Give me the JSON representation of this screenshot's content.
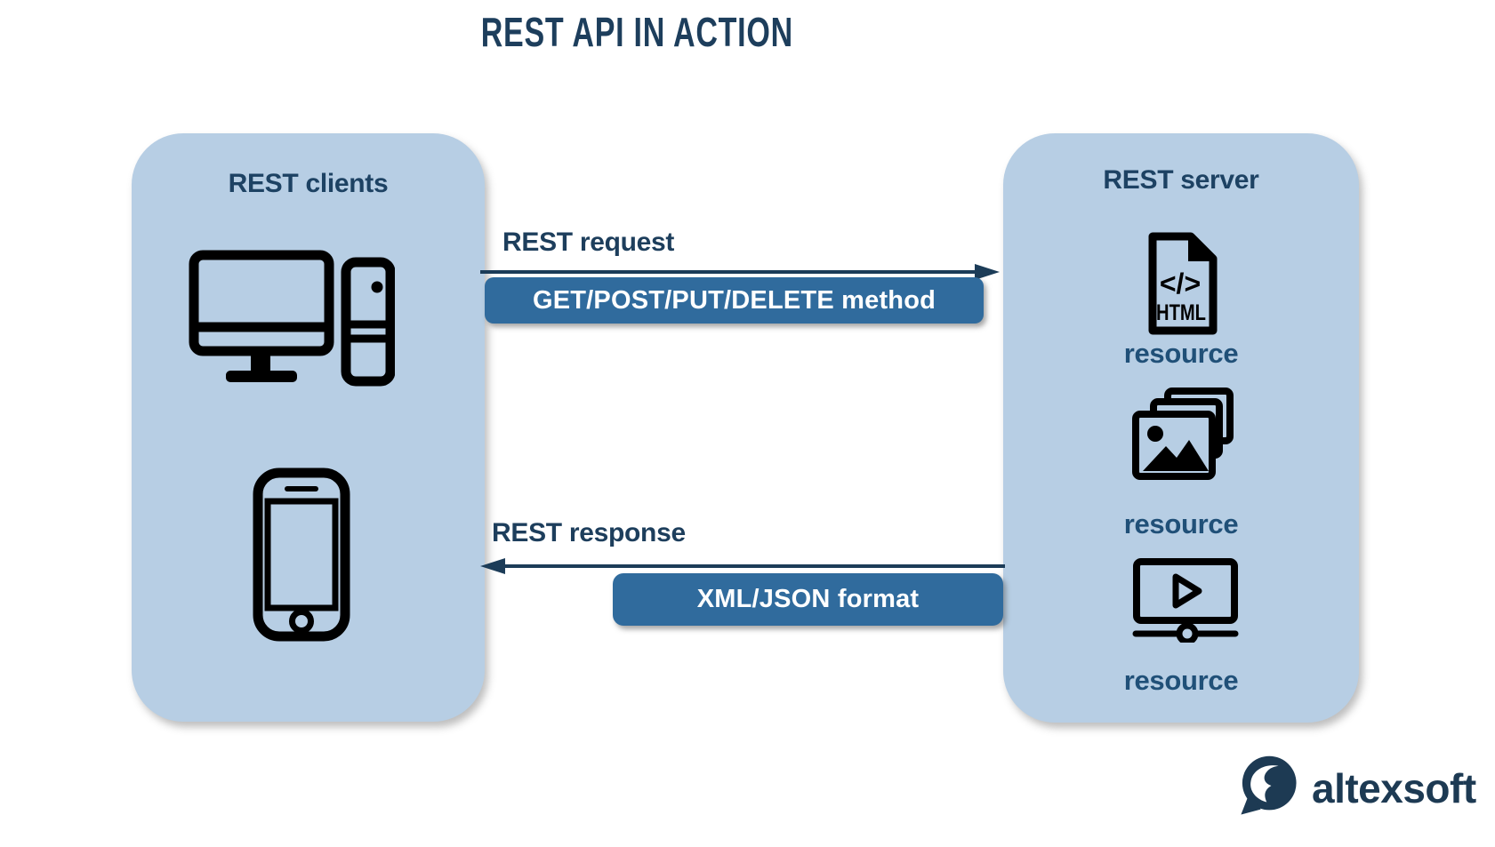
{
  "title": "REST API IN ACTION",
  "client_box": {
    "label": "REST clients",
    "icons": [
      {
        "name": "desktop-computer-icon"
      },
      {
        "name": "smartphone-icon"
      }
    ]
  },
  "server_box": {
    "label": "REST server",
    "resources": [
      {
        "icon": "html-file-icon",
        "label": "resource"
      },
      {
        "icon": "image-stack-icon",
        "label": "resource"
      },
      {
        "icon": "video-player-icon",
        "label": "resource"
      }
    ]
  },
  "request_flow": {
    "label": "REST request",
    "badge": "GET/POST/PUT/DELETE method",
    "direction": "left-to-right"
  },
  "response_flow": {
    "label": "REST response",
    "badge": "XML/JSON format",
    "direction": "right-to-left"
  },
  "logo": {
    "text": "altexsoft"
  },
  "colors": {
    "background": "#ffffff",
    "box_fill": "#b7cee4",
    "navy_text": "#1d3e5c",
    "resource_text": "#205078",
    "badge_fill": "#306b9d",
    "badge_text": "#ffffff",
    "icon_stroke": "#000000",
    "logo_color": "#1d3a53"
  }
}
